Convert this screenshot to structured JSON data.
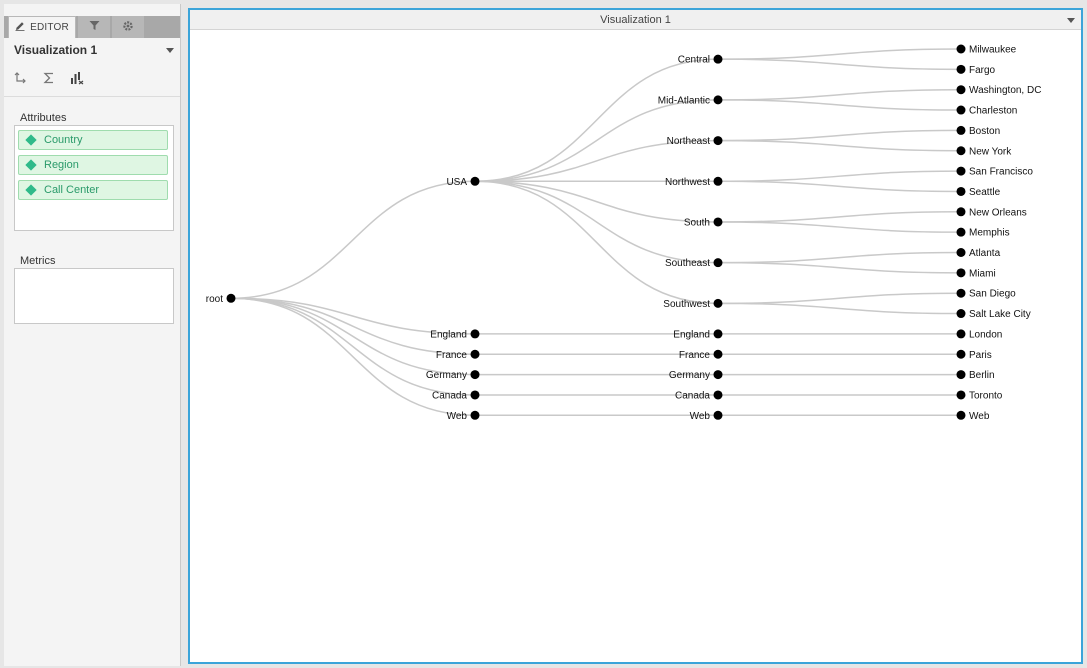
{
  "editor": {
    "tabs": [
      {
        "label": "EDITOR",
        "icon": "pencil-icon"
      },
      {
        "label": "",
        "icon": "filter-icon"
      },
      {
        "label": "",
        "icon": "gear-icon"
      }
    ],
    "visualization_title": "Visualization 1",
    "tools": [
      "swap-axes-icon",
      "sum-icon",
      "chart-type-icon"
    ],
    "attributes_label": "Attributes",
    "attributes": [
      "Country",
      "Region",
      "Call Center"
    ],
    "metrics_label": "Metrics",
    "metrics": []
  },
  "visualization": {
    "title": "Visualization 1",
    "accent_color": "#3ba4d9",
    "link_color": "#c9c9c9",
    "node_color": "#000000",
    "tree": {
      "name": "root",
      "children": [
        {
          "name": "USA",
          "children": [
            {
              "name": "Central",
              "children": [
                {
                  "name": "Milwaukee"
                },
                {
                  "name": "Fargo"
                }
              ]
            },
            {
              "name": "Mid-Atlantic",
              "children": [
                {
                  "name": "Washington, DC"
                },
                {
                  "name": "Charleston"
                }
              ]
            },
            {
              "name": "Northeast",
              "children": [
                {
                  "name": "Boston"
                },
                {
                  "name": "New York"
                }
              ]
            },
            {
              "name": "Northwest",
              "children": [
                {
                  "name": "San Francisco"
                },
                {
                  "name": "Seattle"
                }
              ]
            },
            {
              "name": "South",
              "children": [
                {
                  "name": "New Orleans"
                },
                {
                  "name": "Memphis"
                }
              ]
            },
            {
              "name": "Southeast",
              "children": [
                {
                  "name": "Atlanta"
                },
                {
                  "name": "Miami"
                }
              ]
            },
            {
              "name": "Southwest",
              "children": [
                {
                  "name": "San Diego"
                },
                {
                  "name": "Salt Lake City"
                }
              ]
            }
          ]
        },
        {
          "name": "England",
          "children": [
            {
              "name": "England",
              "children": [
                {
                  "name": "London"
                }
              ]
            }
          ]
        },
        {
          "name": "France",
          "children": [
            {
              "name": "France",
              "children": [
                {
                  "name": "Paris"
                }
              ]
            }
          ]
        },
        {
          "name": "Germany",
          "children": [
            {
              "name": "Germany",
              "children": [
                {
                  "name": "Berlin"
                }
              ]
            }
          ]
        },
        {
          "name": "Canada",
          "children": [
            {
              "name": "Canada",
              "children": [
                {
                  "name": "Toronto"
                }
              ]
            }
          ]
        },
        {
          "name": "Web",
          "children": [
            {
              "name": "Web",
              "children": [
                {
                  "name": "Web"
                }
              ]
            }
          ]
        }
      ]
    }
  }
}
